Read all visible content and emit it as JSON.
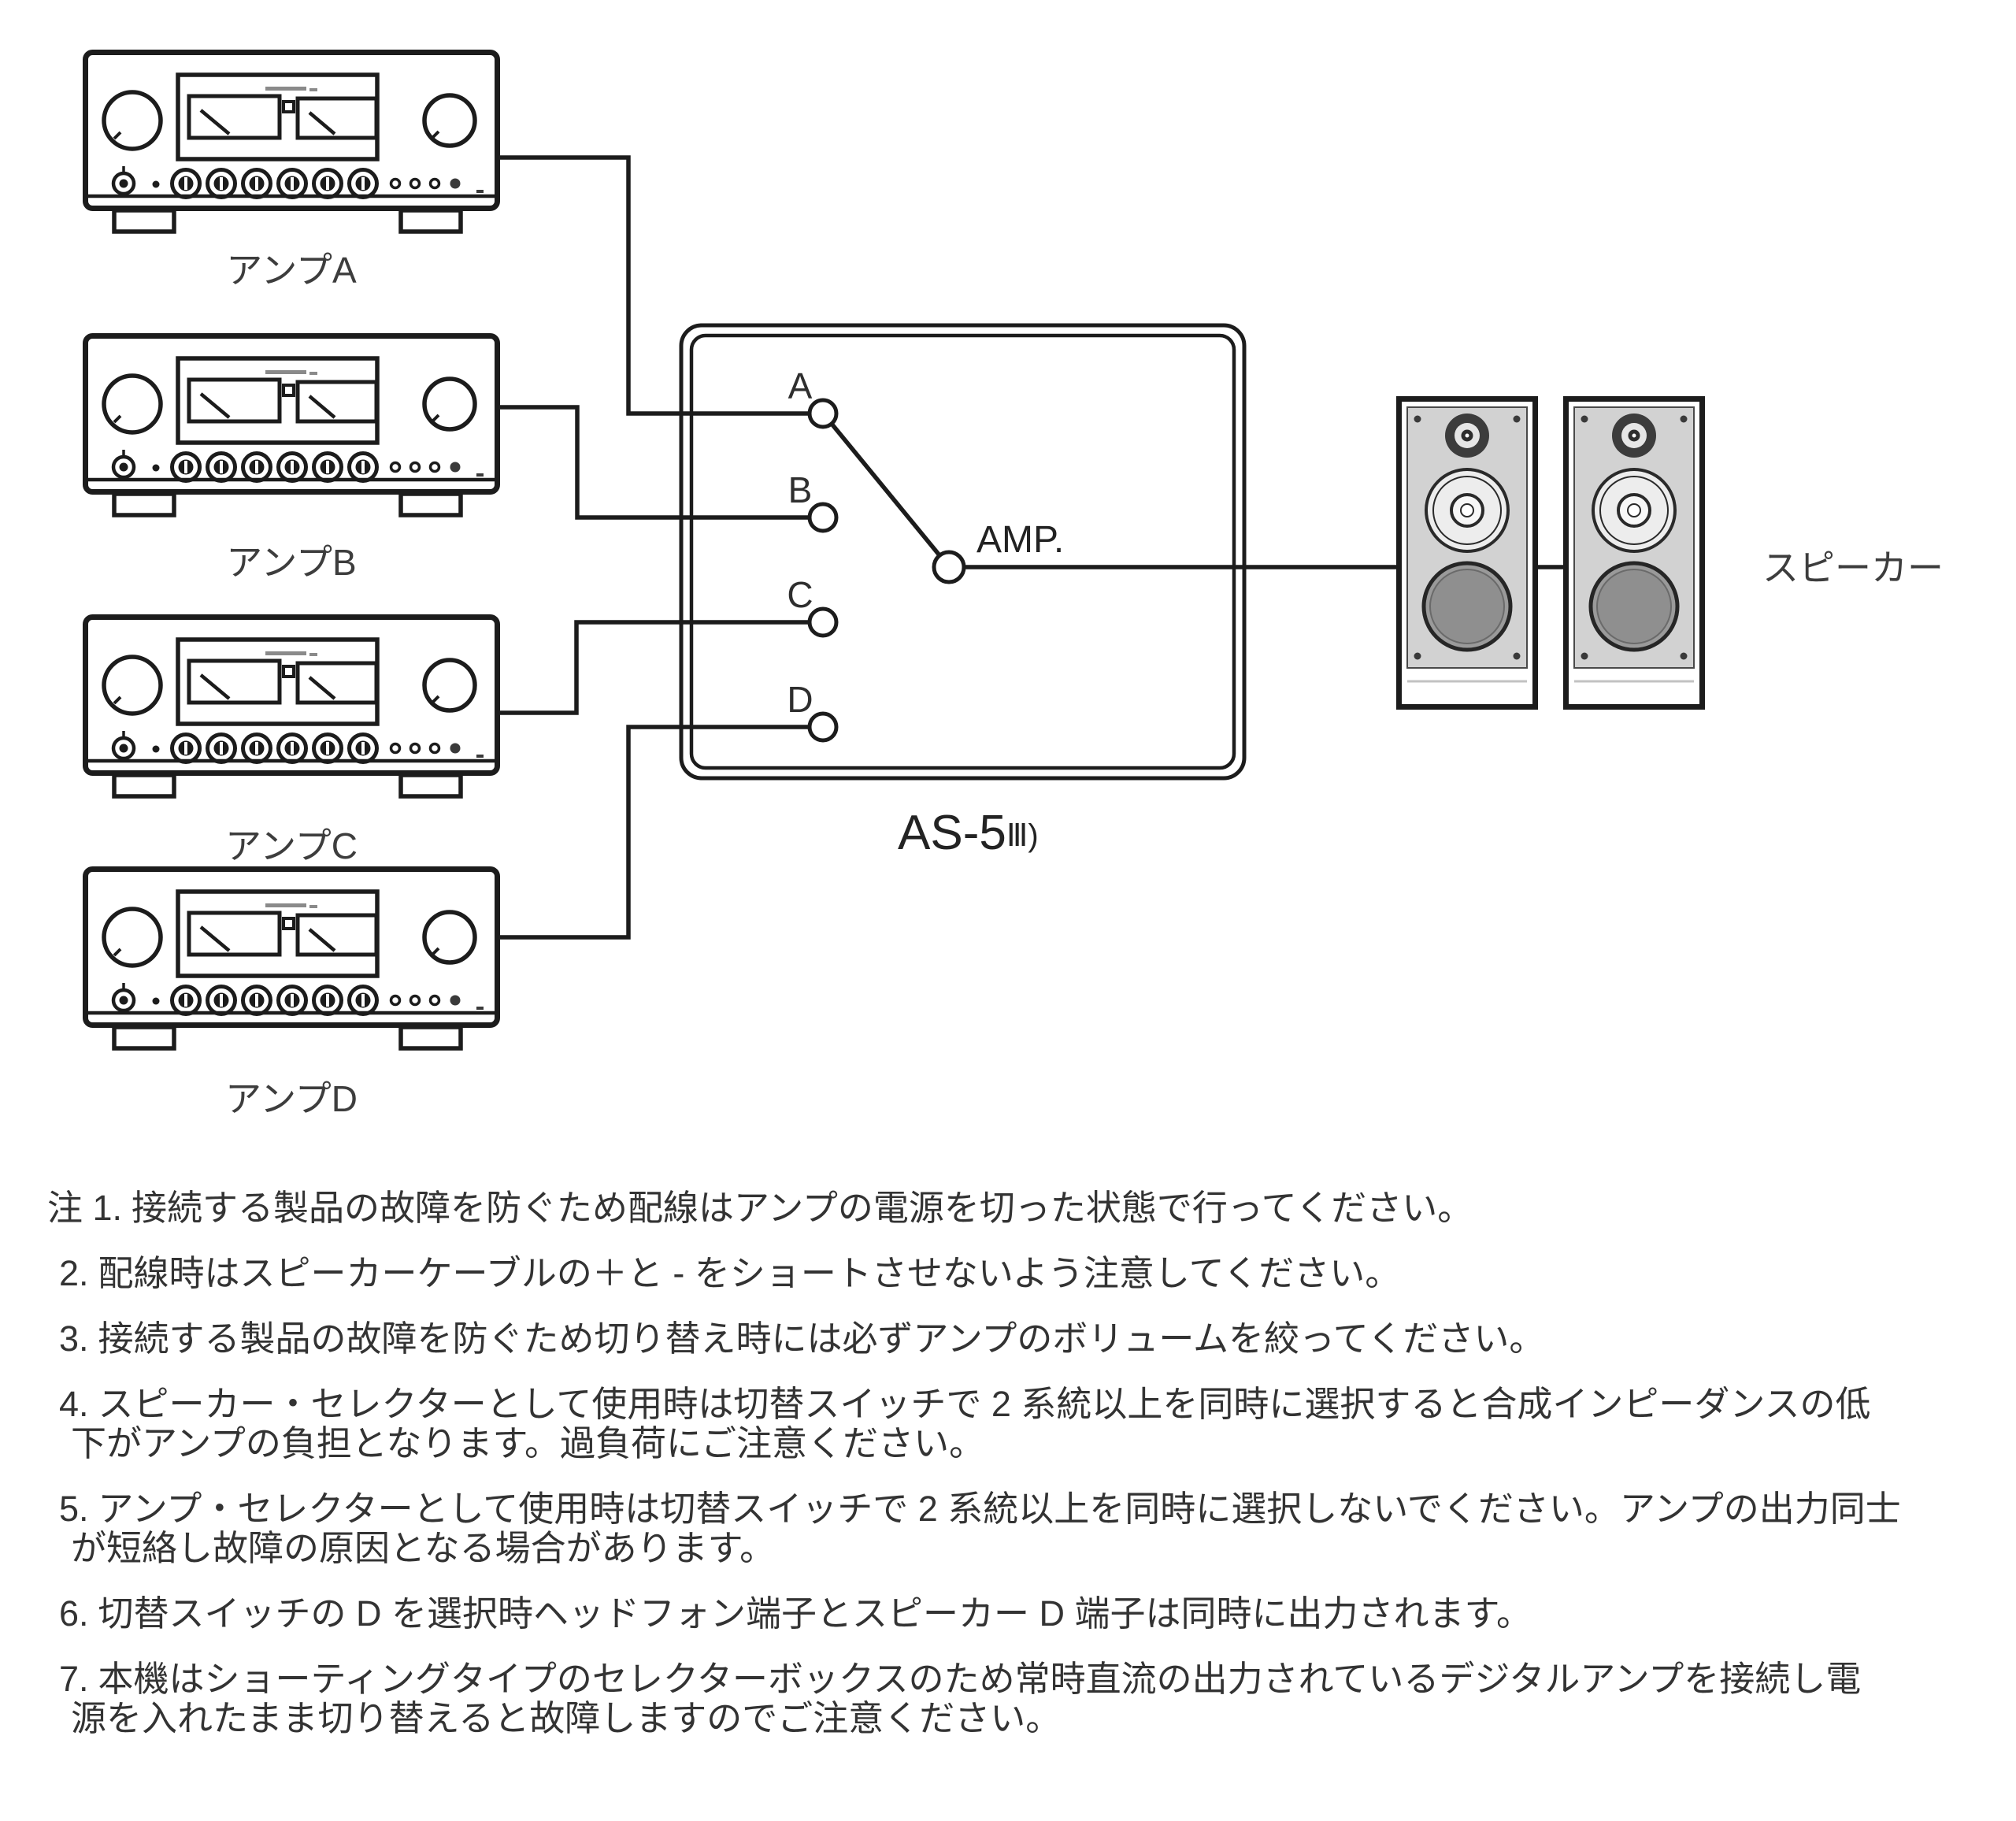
{
  "colors": {
    "line_art": "#1c1c1c",
    "text": "#3d3d3d",
    "speaker_panel_gray": "#d2d2d2",
    "woofer_gray": "#9a9a9a",
    "background": "#ffffff"
  },
  "diagram": {
    "amps": [
      {
        "label": "アンプA",
        "port": "A"
      },
      {
        "label": "アンプB",
        "port": "B"
      },
      {
        "label": "アンプC",
        "port": "C"
      },
      {
        "label": "アンプD",
        "port": "D"
      }
    ],
    "selector": {
      "ports": [
        "A",
        "B",
        "C",
        "D"
      ],
      "selected_port": "A",
      "common_label": "AMP.",
      "model": "AS-5",
      "model_suffix": "Ⅲ)"
    },
    "speakers": {
      "label": "スピーカー",
      "count": 2
    }
  },
  "notes": {
    "items": [
      {
        "marker": "注 1.",
        "lines": [
          "接続する製品の故障を防ぐため配線はアンプの電源を切った状態で行ってください。"
        ]
      },
      {
        "marker": "2.",
        "lines": [
          "配線時はスピーカーケーブルの＋と - をショートさせないよう注意してください。"
        ]
      },
      {
        "marker": "3.",
        "lines": [
          "接続する製品の故障を防ぐため切り替え時には必ずアンプのボリュームを絞ってください。"
        ]
      },
      {
        "marker": "4.",
        "lines": [
          "スピーカー・セレクターとして使用時は切替スイッチで 2 系統以上を同時に選択すると合成インピーダンスの低",
          "下がアンプの負担となります。過負荷にご注意ください。"
        ]
      },
      {
        "marker": "5.",
        "lines": [
          "アンプ・セレクターとして使用時は切替スイッチで 2 系統以上を同時に選択しないでください。アンプの出力同士",
          "が短絡し故障の原因となる場合があります。"
        ]
      },
      {
        "marker": "6.",
        "lines": [
          "切替スイッチの D を選択時ヘッドフォン端子とスピーカー D 端子は同時に出力されます。"
        ]
      },
      {
        "marker": "7.",
        "lines": [
          "本機はショーティングタイプのセレクターボックスのため常時直流の出力されているデジタルアンプを接続し電",
          "源を入れたまま切り替えると故障しますのでご注意ください。"
        ]
      }
    ]
  }
}
